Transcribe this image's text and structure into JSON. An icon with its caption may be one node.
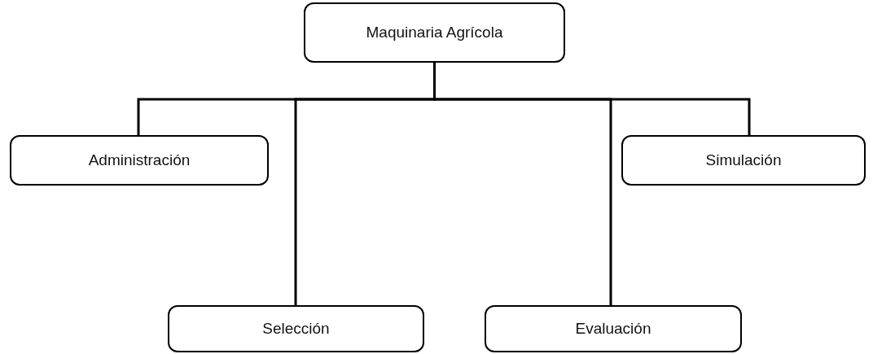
{
  "diagram": {
    "nodes": [
      {
        "text": [
          "Maquinaria Agrícola"
        ]
      },
      {
        "text": [
          "Administración"
        ]
      },
      {
        "text": [
          "Selección"
        ]
      },
      {
        "text": [
          "Evaluación"
        ]
      },
      {
        "text": [
          "Simulación"
        ]
      }
    ],
    "edges": [
      {
        "from": 0,
        "to": 1,
        "arrow": "none"
      },
      {
        "from": 0,
        "to": 2,
        "arrow": "none"
      },
      {
        "from": 0,
        "to": 3,
        "arrow": "none"
      },
      {
        "from": 0,
        "to": 4,
        "arrow": "none"
      }
    ]
  }
}
